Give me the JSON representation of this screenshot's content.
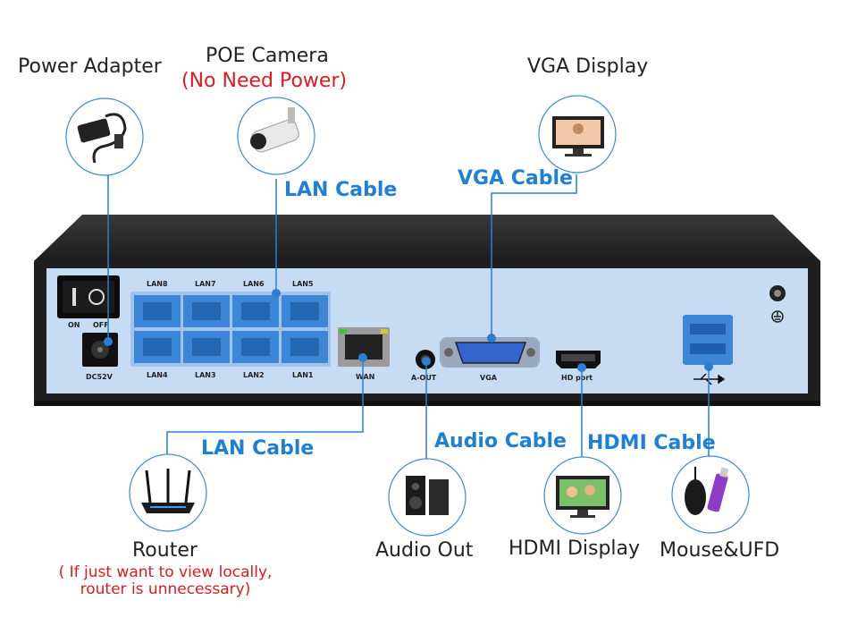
{
  "devices": {
    "power_adapter": "Power Adapter",
    "poe_camera": "POE Camera",
    "poe_camera_note": "(No Need Power)",
    "vga_display": "VGA Display",
    "router": "Router",
    "router_note_line1": "( If just want to view locally,",
    "router_note_line2": "router is unnecessary)",
    "audio_out": "Audio Out",
    "hdmi_display": "HDMI Display",
    "mouse_ufd": "Mouse&UFD"
  },
  "cables": {
    "lan_top": "LAN Cable",
    "vga": "VGA Cable",
    "lan_bottom": "LAN Cable",
    "audio": "Audio Cable",
    "hdmi": "HDMI Cable"
  },
  "panel": {
    "lan8": "LAN8",
    "lan7": "LAN7",
    "lan6": "LAN6",
    "lan5": "LAN5",
    "lan4": "LAN4",
    "lan3": "LAN3",
    "lan2": "LAN2",
    "lan1": "LAN1",
    "on": "ON",
    "off": "OFF",
    "dc52v": "DC52V",
    "wan": "WAN",
    "aout": "A-OUT",
    "vga": "VGA",
    "hd_port": "HD port"
  },
  "colors": {
    "cable": "#2a7fd4",
    "panel": "#c6daf2",
    "chassis": "#2b2b2b",
    "accent_red": "#e01b1b"
  }
}
